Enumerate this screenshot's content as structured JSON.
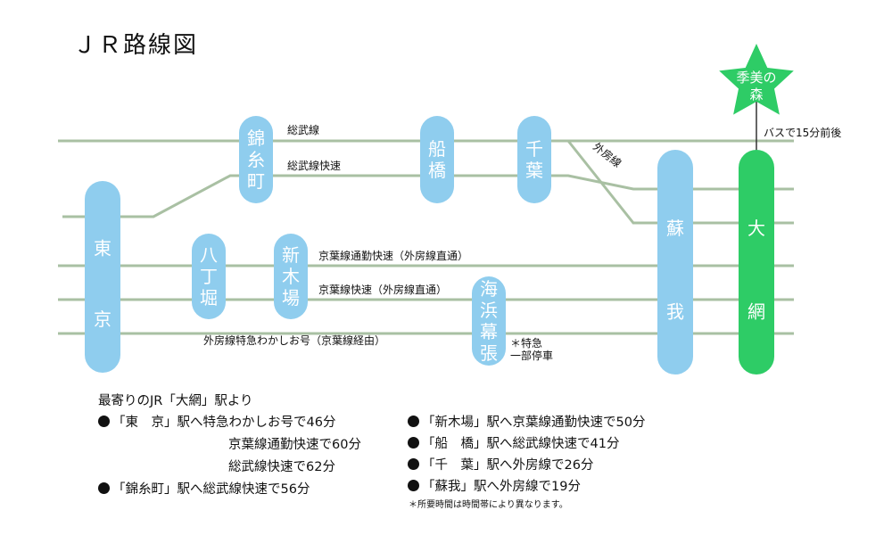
{
  "title": "ＪＲ路線図",
  "colors": {
    "track": "#a9c0a3",
    "station": "#8fcdee",
    "destination": "#2ecc66"
  },
  "lines": {
    "sobu": "総武線",
    "sobu_rapid": "総武線快速",
    "sotobo": "外房線",
    "keiyo_commuter": "京葉線通勤快速（外房線直通）",
    "keiyo_rapid": "京葉線快速（外房線直通）",
    "wakashio": "外房線特急わかしお号（京葉線経由）"
  },
  "stations": {
    "tokyo": [
      "東",
      "京"
    ],
    "kinshicho": [
      "錦",
      "糸",
      "町"
    ],
    "funabashi": [
      "船",
      "橋"
    ],
    "chiba": [
      "千",
      "葉"
    ],
    "hatchobori": [
      "八",
      "丁",
      "堀"
    ],
    "shinkiba": [
      "新",
      "木",
      "場"
    ],
    "kaihinmakuhari": [
      "海",
      "浜",
      "幕",
      "張"
    ],
    "soga": [
      "蘇",
      "我"
    ],
    "oami": [
      "大",
      "網"
    ]
  },
  "destination": {
    "line1": "季美の",
    "line2": "森",
    "bus": "バスで15分前後"
  },
  "makuhari_note": {
    "line1": "＊特急",
    "line2": "一部停車"
  },
  "info": {
    "heading": "最寄りのJR「大網」駅より",
    "rows": [
      "「東　京」駅へ特急わかしお号で46分",
      "京葉線通勤快速で60分",
      "総武線快速で62分",
      "「錦糸町」駅へ総武線快速で56分",
      "「新木場」駅へ京葉線通勤快速で50分",
      "「船　橋」駅へ総武線快速で41分",
      "「千　葉」駅へ外房線で26分",
      "「蘇我」駅へ外房線で19分"
    ],
    "footnote": "＊所要時間は時間帯により異なります。"
  }
}
